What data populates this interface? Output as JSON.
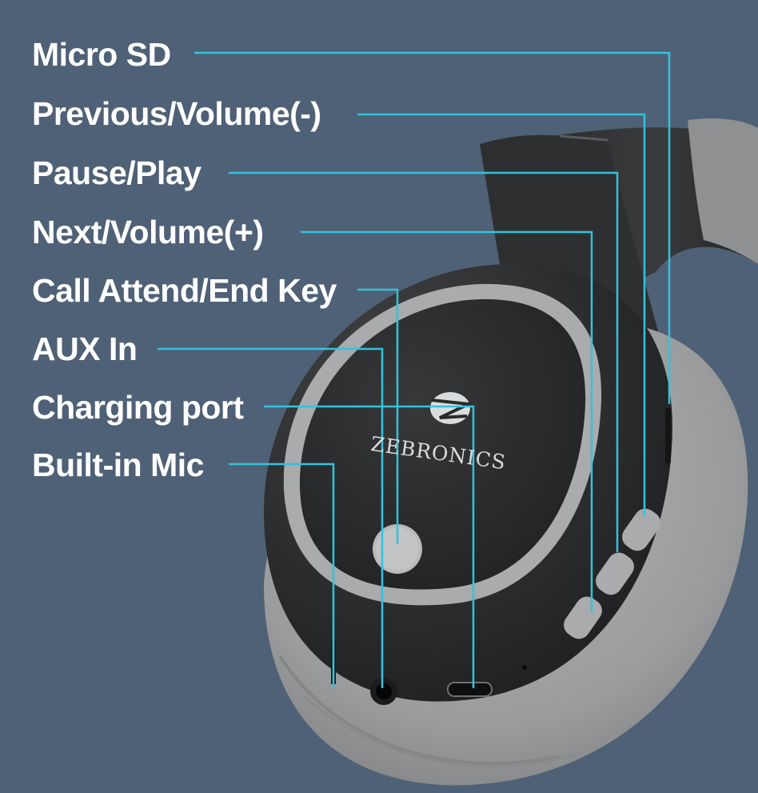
{
  "labels": [
    "Micro SD",
    "Previous/Volume(-)",
    "Pause/Play",
    "Next/Volume(+)",
    "Call Attend/End Key",
    "AUX In",
    "Charging port",
    "Built-in Mic"
  ],
  "brand": "ZEBRONICS",
  "colors": {
    "background": "#4f6176",
    "leader_line": "#33c3dc",
    "label_text": "#ffffff",
    "earcup_shell": "#2b2c2e",
    "cushion": "#9a9b9c",
    "trim_ring": "#a9abad"
  }
}
